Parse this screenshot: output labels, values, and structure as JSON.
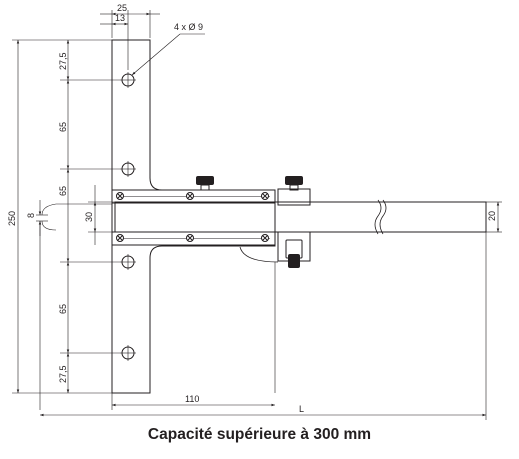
{
  "caption": "Capacité supérieure à 300 mm",
  "dimensions": {
    "top_25": "25",
    "top_13": "13",
    "holes": "4 x Ø 9",
    "left_27_5_top": "27,5",
    "left_65_top": "65",
    "left_65_mid": "65",
    "left_30": "30",
    "left_65_bottom": "65",
    "left_27_5_bottom": "27,5",
    "overall_250": "250",
    "slot_8": "8",
    "beam_20": "20",
    "base_110": "110",
    "length_L": "L"
  }
}
